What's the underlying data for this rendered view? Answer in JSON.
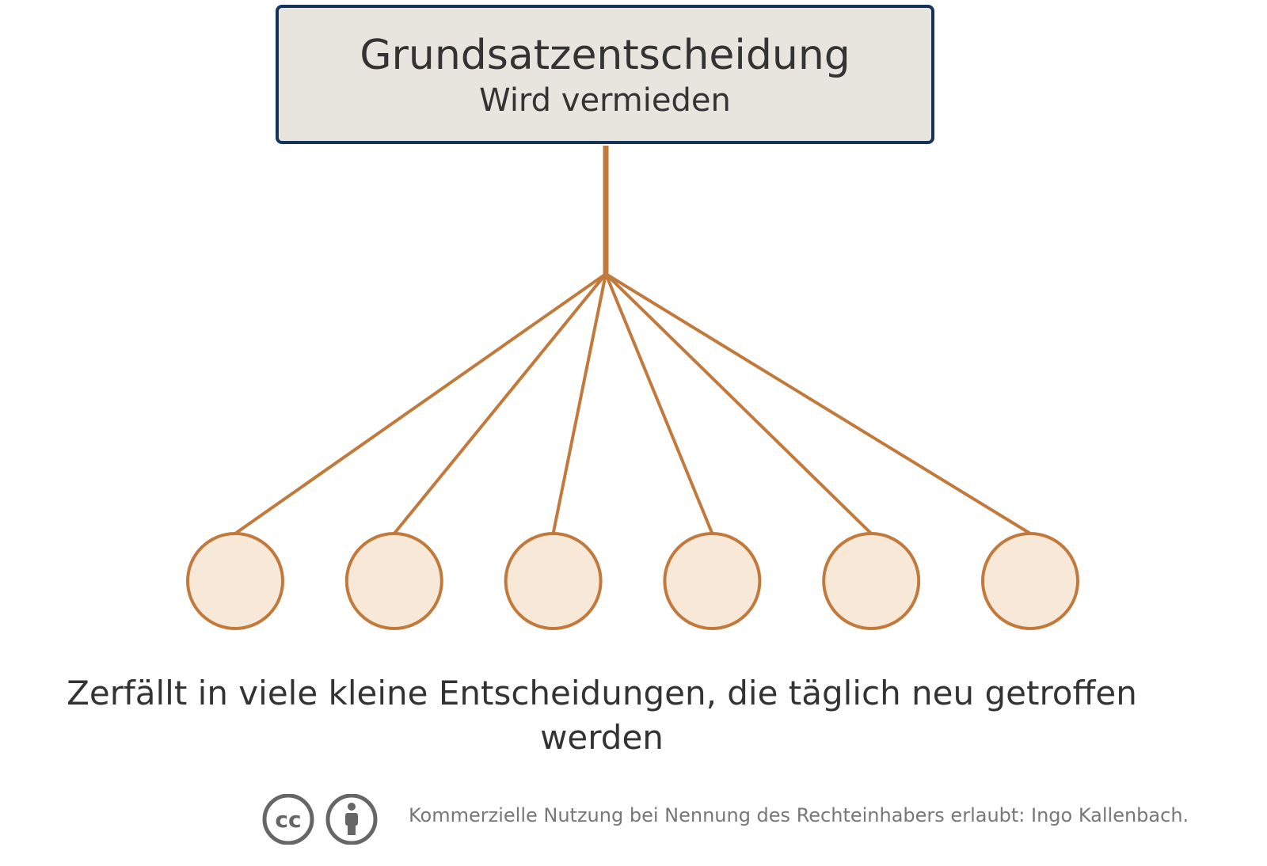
{
  "top_box": {
    "title": "Grundsatzentscheidung",
    "subtitle": "Wird vermieden"
  },
  "children": [
    {
      "label": ""
    },
    {
      "label": ""
    },
    {
      "label": ""
    },
    {
      "label": ""
    },
    {
      "label": ""
    },
    {
      "label": ""
    }
  ],
  "caption": "Zerfällt in viele kleine Entscheidungen, die täglich neu getroffen werden",
  "license": {
    "icons": [
      "cc-icon",
      "attribution-icon"
    ],
    "text": "Kommerzielle Nutzung bei Nennung des Rechteinhabers erlaubt: Ingo Kallenbach."
  },
  "colors": {
    "box_fill": "#e8e4de",
    "box_border": "#16335c",
    "connector": "#c27a3c",
    "circle_fill": "#f8e8d8",
    "text": "#333333",
    "license_text": "#777777",
    "license_icon": "#666666"
  }
}
